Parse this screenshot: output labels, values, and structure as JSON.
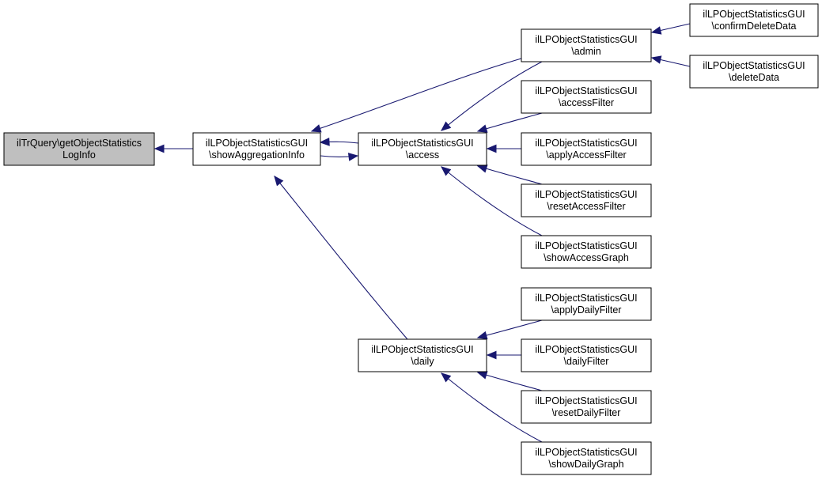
{
  "colors": {
    "edge": "#191970",
    "node_fill": "#ffffff",
    "node_highlight_fill": "#bfbfbf",
    "node_border": "#000000",
    "background": "#ffffff"
  },
  "nodes": [
    {
      "id": "n0",
      "lines": [
        "ilTrQuery\\getObjectStatistics",
        "LogInfo"
      ],
      "highlight": true
    },
    {
      "id": "n1",
      "lines": [
        "ilLPObjectStatisticsGUI",
        "\\showAggregationInfo"
      ]
    },
    {
      "id": "n2",
      "lines": [
        "ilLPObjectStatisticsGUI",
        "\\access"
      ]
    },
    {
      "id": "n3",
      "lines": [
        "ilLPObjectStatisticsGUI",
        "\\daily"
      ]
    },
    {
      "id": "n4",
      "lines": [
        "ilLPObjectStatisticsGUI",
        "\\admin"
      ]
    },
    {
      "id": "n5",
      "lines": [
        "ilLPObjectStatisticsGUI",
        "\\accessFilter"
      ]
    },
    {
      "id": "n6",
      "lines": [
        "ilLPObjectStatisticsGUI",
        "\\applyAccessFilter"
      ]
    },
    {
      "id": "n7",
      "lines": [
        "ilLPObjectStatisticsGUI",
        "\\resetAccessFilter"
      ]
    },
    {
      "id": "n8",
      "lines": [
        "ilLPObjectStatisticsGUI",
        "\\showAccessGraph"
      ]
    },
    {
      "id": "n9",
      "lines": [
        "ilLPObjectStatisticsGUI",
        "\\confirmDeleteData"
      ]
    },
    {
      "id": "n10",
      "lines": [
        "ilLPObjectStatisticsGUI",
        "\\deleteData"
      ]
    },
    {
      "id": "n11",
      "lines": [
        "ilLPObjectStatisticsGUI",
        "\\applyDailyFilter"
      ]
    },
    {
      "id": "n12",
      "lines": [
        "ilLPObjectStatisticsGUI",
        "\\dailyFilter"
      ]
    },
    {
      "id": "n13",
      "lines": [
        "ilLPObjectStatisticsGUI",
        "\\resetDailyFilter"
      ]
    },
    {
      "id": "n14",
      "lines": [
        "ilLPObjectStatisticsGUI",
        "\\showDailyGraph"
      ]
    }
  ],
  "edges": [
    {
      "id": "e-n1-n0",
      "from": "n1",
      "to": "n0"
    },
    {
      "id": "e-n2-n1",
      "from": "n2",
      "to": "n1"
    },
    {
      "id": "e-n1-n2",
      "from": "n1",
      "to": "n2"
    },
    {
      "id": "e-n4-n1",
      "from": "n4",
      "to": "n1"
    },
    {
      "id": "e-n3-n1",
      "from": "n3",
      "to": "n1"
    },
    {
      "id": "e-n4-n2",
      "from": "n4",
      "to": "n2"
    },
    {
      "id": "e-n5-n2",
      "from": "n5",
      "to": "n2"
    },
    {
      "id": "e-n6-n2",
      "from": "n6",
      "to": "n2"
    },
    {
      "id": "e-n7-n2",
      "from": "n7",
      "to": "n2"
    },
    {
      "id": "e-n8-n2",
      "from": "n8",
      "to": "n2"
    },
    {
      "id": "e-n9-n4",
      "from": "n9",
      "to": "n4"
    },
    {
      "id": "e-n10-n4",
      "from": "n10",
      "to": "n4"
    },
    {
      "id": "e-n11-n3",
      "from": "n11",
      "to": "n3"
    },
    {
      "id": "e-n12-n3",
      "from": "n12",
      "to": "n3"
    },
    {
      "id": "e-n13-n3",
      "from": "n13",
      "to": "n3"
    },
    {
      "id": "e-n14-n3",
      "from": "n14",
      "to": "n3"
    }
  ]
}
